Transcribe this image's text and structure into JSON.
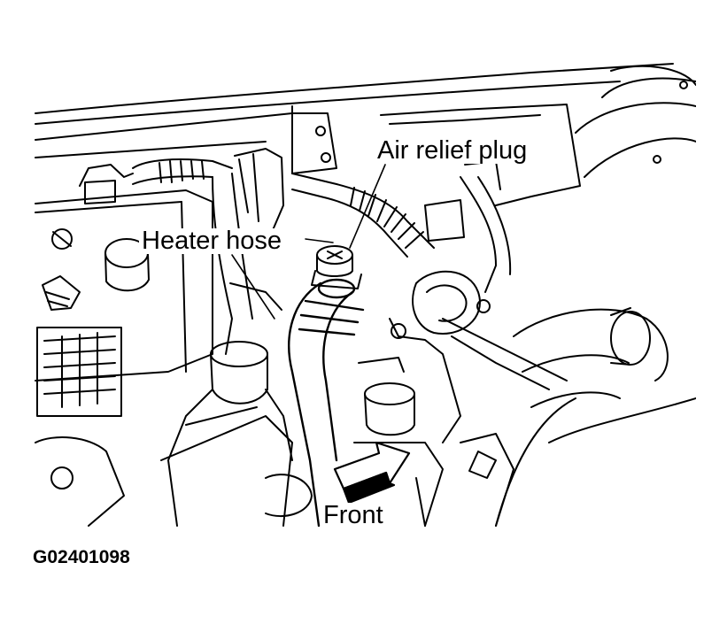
{
  "diagram": {
    "labels": {
      "air_relief_plug": "Air relief plug",
      "heater_hose": "Heater hose",
      "front": "Front"
    },
    "figure_code": "G02401098",
    "colors": {
      "line": "#000000",
      "background": "#ffffff"
    }
  }
}
